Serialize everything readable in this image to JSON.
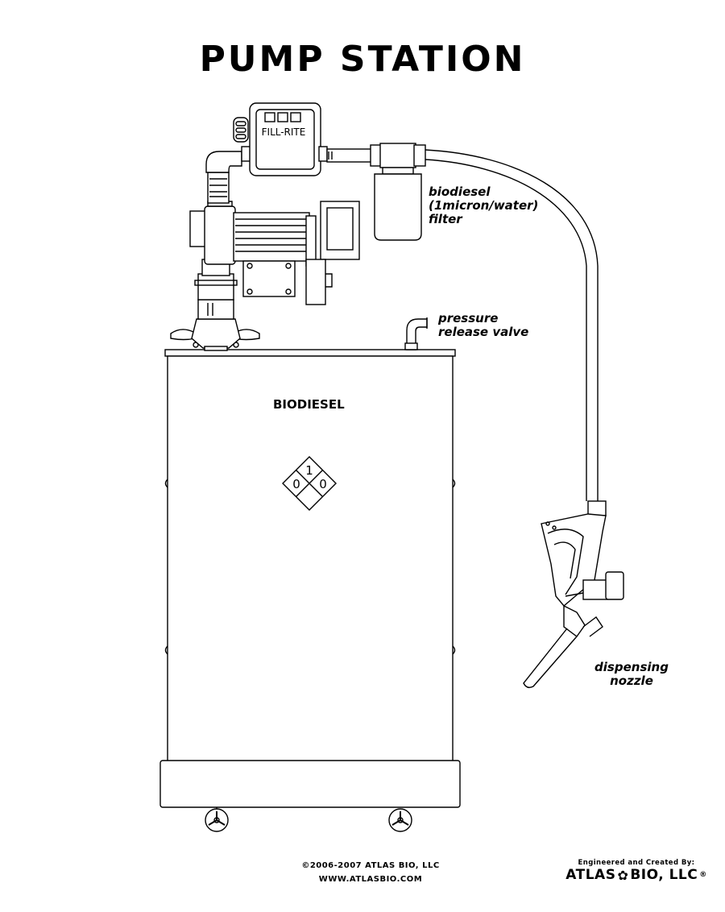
{
  "title": "PUMP STATION",
  "meter_brand": "FILL-RITE",
  "labels": {
    "filter": [
      "biodiesel",
      "(1micron/water)",
      "filter"
    ],
    "valve": [
      "pressure",
      "release valve"
    ],
    "drum": "BIODIESEL",
    "nozzle": [
      "dispensing",
      "nozzle"
    ]
  },
  "hazard": {
    "top": "1",
    "left": "0",
    "right": "0"
  },
  "footer": {
    "copyright": "©2006-2007 ATLAS BIO, LLC",
    "website": "WWW.ATLASBIO.COM",
    "credit": "Engineered and Created By:",
    "logo_left": "ATLAS",
    "logo_right": "BIO, LLC",
    "logo_mark": "®"
  }
}
